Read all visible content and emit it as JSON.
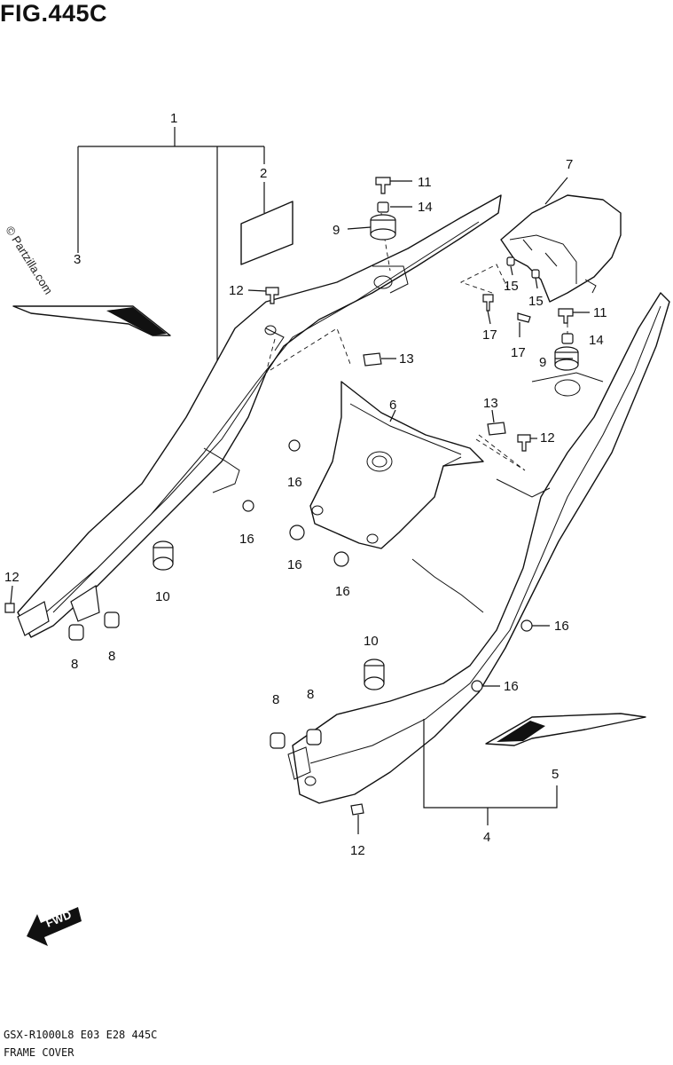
{
  "figure": {
    "title": "FIG.445C",
    "watermark": "© Partzilla.com",
    "model_code": "GSX-R1000L8  E03  E28  445C",
    "section_name": "FRAME COVER",
    "fwd_label": "FWD"
  },
  "callouts": {
    "c1": "1",
    "c2": "2",
    "c3": "3",
    "c4": "4",
    "c5": "5",
    "c6": "6",
    "c7": "7",
    "c8a": "8",
    "c8b": "8",
    "c8c": "8",
    "c8d": "8",
    "c9a": "9",
    "c9b": "9",
    "c10a": "10",
    "c10b": "10",
    "c11a": "11",
    "c11b": "11",
    "c12a": "12",
    "c12b": "12",
    "c12c": "12",
    "c12d": "12",
    "c13a": "13",
    "c13b": "13",
    "c14a": "14",
    "c14b": "14",
    "c15a": "15",
    "c15b": "15",
    "c16a": "16",
    "c16b": "16",
    "c16c": "16",
    "c16d": "16",
    "c16e": "16",
    "c16f": "16",
    "c17a": "17",
    "c17b": "17"
  },
  "colors": {
    "line": "#111111",
    "background": "#ffffff"
  }
}
